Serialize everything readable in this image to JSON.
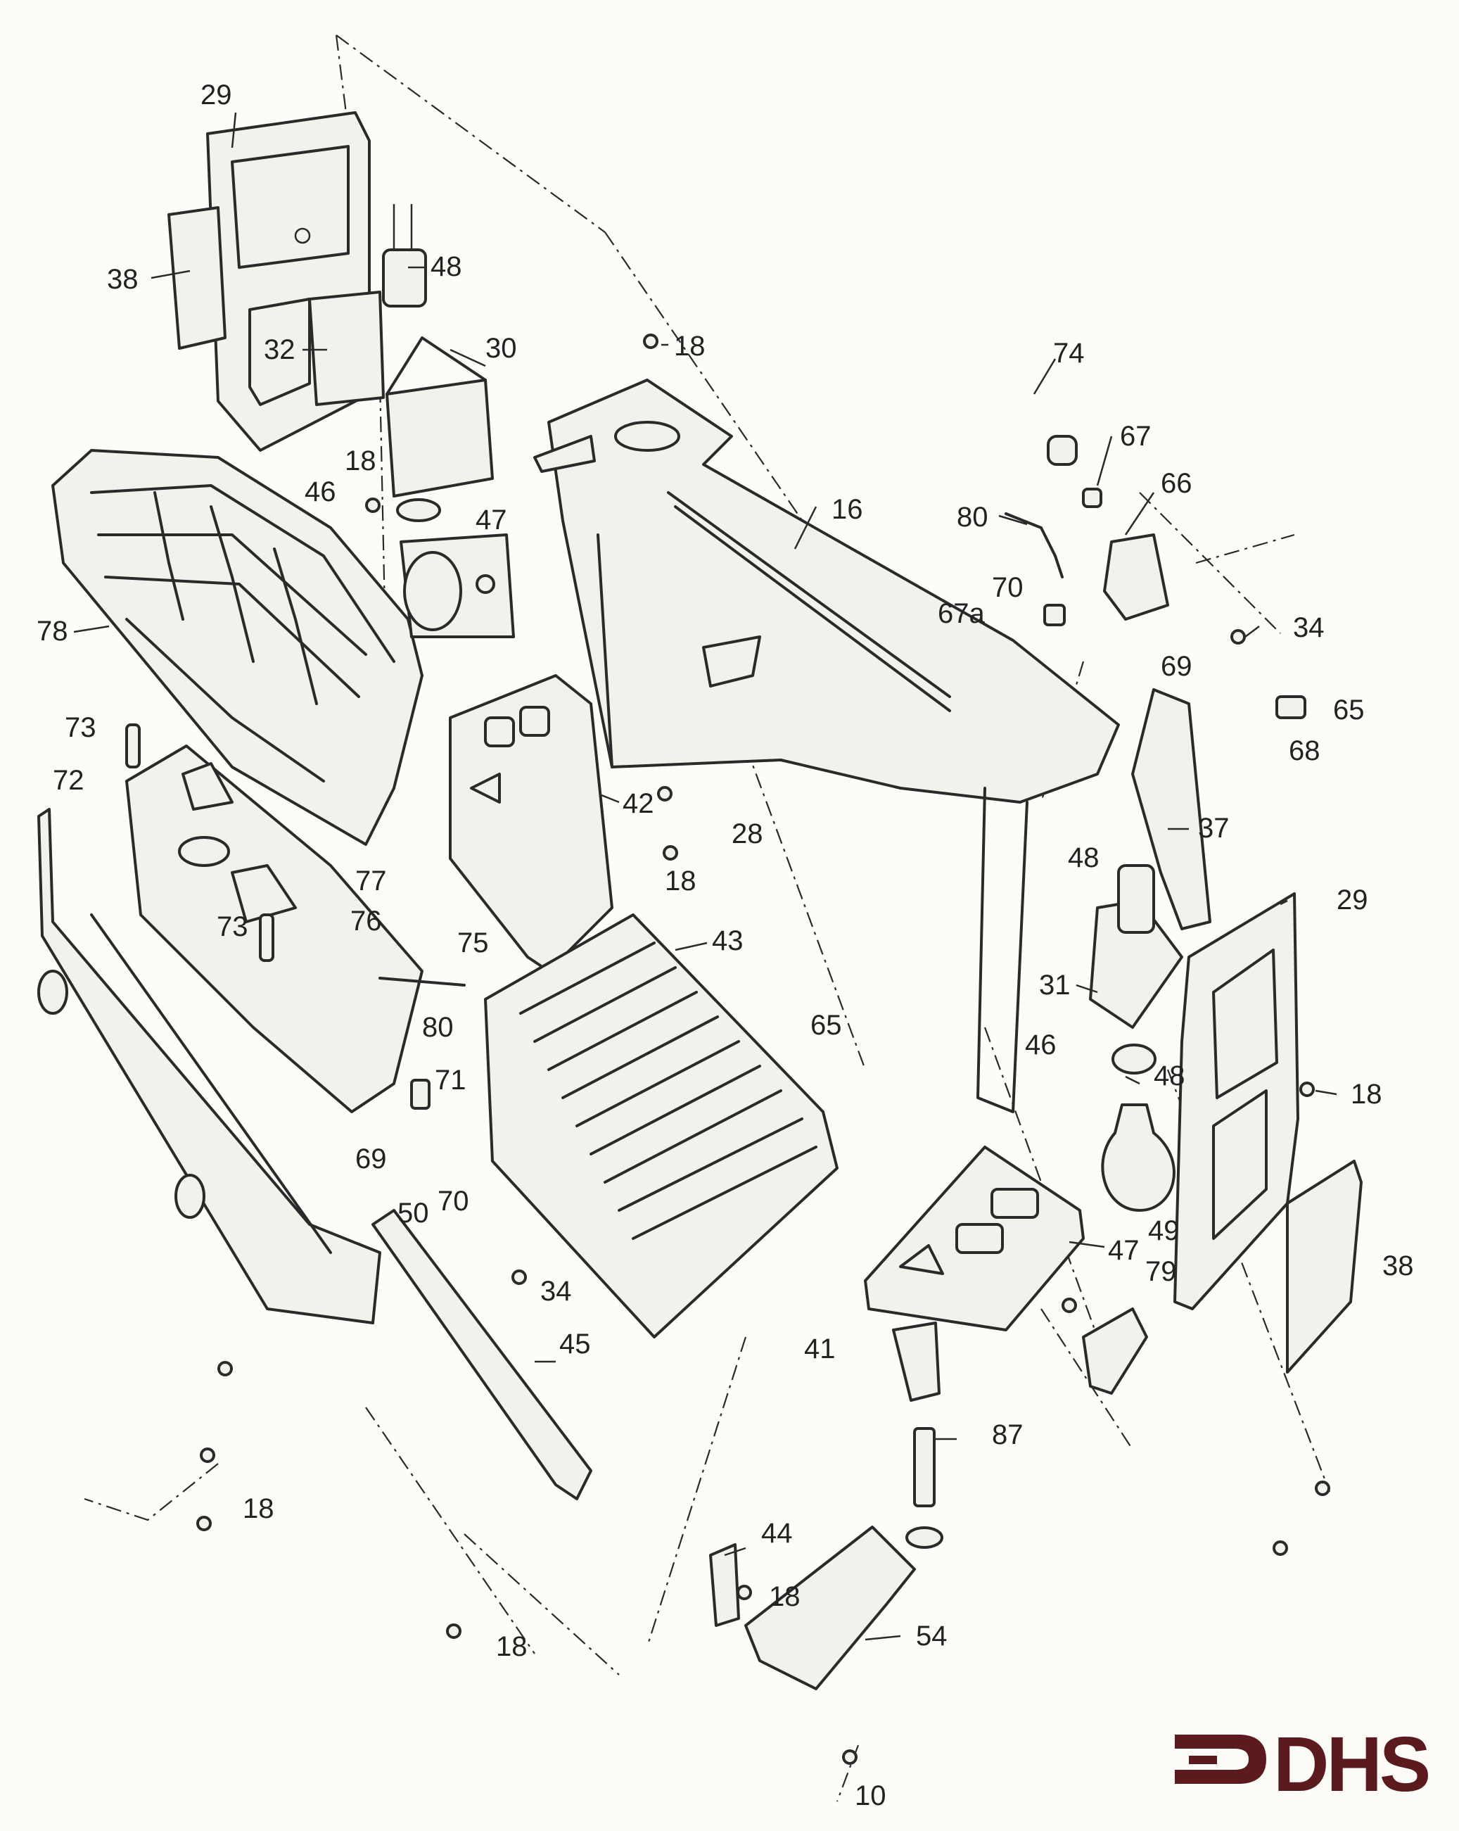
{
  "callouts": [
    {
      "key": "c29a",
      "text": "29"
    },
    {
      "key": "c38a",
      "text": "38"
    },
    {
      "key": "c48a",
      "text": "48"
    },
    {
      "key": "c32",
      "text": "32"
    },
    {
      "key": "c30",
      "text": "30"
    },
    {
      "key": "c18a",
      "text": "18"
    },
    {
      "key": "c18b",
      "text": "18"
    },
    {
      "key": "c46a",
      "text": "46"
    },
    {
      "key": "c47a",
      "text": "47"
    },
    {
      "key": "c16",
      "text": "16"
    },
    {
      "key": "c74",
      "text": "74"
    },
    {
      "key": "c67",
      "text": "67"
    },
    {
      "key": "c66",
      "text": "66"
    },
    {
      "key": "c80a",
      "text": "80"
    },
    {
      "key": "c70a",
      "text": "70"
    },
    {
      "key": "c67a",
      "text": "67a"
    },
    {
      "key": "c34a",
      "text": "34"
    },
    {
      "key": "c69a",
      "text": "69"
    },
    {
      "key": "c65a",
      "text": "65"
    },
    {
      "key": "c68",
      "text": "68"
    },
    {
      "key": "c78",
      "text": "78"
    },
    {
      "key": "c73a",
      "text": "73"
    },
    {
      "key": "c72",
      "text": "72"
    },
    {
      "key": "c42",
      "text": "42"
    },
    {
      "key": "c28",
      "text": "28"
    },
    {
      "key": "c18c",
      "text": "18"
    },
    {
      "key": "c37",
      "text": "37"
    },
    {
      "key": "c48b",
      "text": "48"
    },
    {
      "key": "c29b",
      "text": "29"
    },
    {
      "key": "c77",
      "text": "77"
    },
    {
      "key": "c73b",
      "text": "73"
    },
    {
      "key": "c76",
      "text": "76"
    },
    {
      "key": "c75",
      "text": "75"
    },
    {
      "key": "c43",
      "text": "43"
    },
    {
      "key": "c31",
      "text": "31"
    },
    {
      "key": "c80b",
      "text": "80"
    },
    {
      "key": "c65b",
      "text": "65"
    },
    {
      "key": "c46b",
      "text": "46"
    },
    {
      "key": "c48c",
      "text": "48"
    },
    {
      "key": "c18d",
      "text": "18"
    },
    {
      "key": "c71",
      "text": "71"
    },
    {
      "key": "c69b",
      "text": "69"
    },
    {
      "key": "c70b",
      "text": "70"
    },
    {
      "key": "c50",
      "text": "50"
    },
    {
      "key": "c49",
      "text": "49"
    },
    {
      "key": "c47b",
      "text": "47"
    },
    {
      "key": "c79",
      "text": "79"
    },
    {
      "key": "c38b",
      "text": "38"
    },
    {
      "key": "c34b",
      "text": "34"
    },
    {
      "key": "c45",
      "text": "45"
    },
    {
      "key": "c41",
      "text": "41"
    },
    {
      "key": "c87",
      "text": "87"
    },
    {
      "key": "c18e",
      "text": "18"
    },
    {
      "key": "c44",
      "text": "44"
    },
    {
      "key": "c18f",
      "text": "18"
    },
    {
      "key": "c54",
      "text": "54"
    },
    {
      "key": "c18g",
      "text": "18"
    },
    {
      "key": "c10",
      "text": "10"
    }
  ],
  "logo": {
    "text": "DHS",
    "color": "#5a1a1e"
  },
  "colors": {
    "ink": "#2a2a2a",
    "paper": "#fdfcf9"
  }
}
